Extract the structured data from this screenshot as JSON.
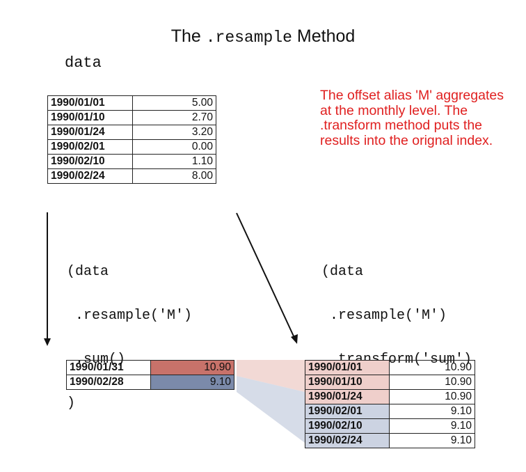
{
  "title": {
    "prefix": "The ",
    "code": ".resample",
    "suffix": " Method"
  },
  "data_label": "data",
  "note": "The offset alias 'M' aggregates at the monthly level. The .transform method puts the results into the orignal index.",
  "code_left": [
    "(data",
    " .resample('M')",
    " .sum()",
    ")"
  ],
  "code_right": [
    "(data",
    " .resample('M')",
    " .transform('sum')",
    ")"
  ],
  "source_table": [
    {
      "index": "1990/01/01",
      "value": "5.00"
    },
    {
      "index": "1990/01/10",
      "value": "2.70"
    },
    {
      "index": "1990/01/24",
      "value": "3.20"
    },
    {
      "index": "1990/02/01",
      "value": "0.00"
    },
    {
      "index": "1990/02/10",
      "value": "1.10"
    },
    {
      "index": "1990/02/24",
      "value": "8.00"
    }
  ],
  "sum_table": [
    {
      "index": "1990/01/31",
      "value": "10.90"
    },
    {
      "index": "1990/02/28",
      "value": "9.10"
    }
  ],
  "transform_table": [
    {
      "index": "1990/01/01",
      "value": "10.90"
    },
    {
      "index": "1990/01/10",
      "value": "10.90"
    },
    {
      "index": "1990/01/24",
      "value": "10.90"
    },
    {
      "index": "1990/02/01",
      "value": "9.10"
    },
    {
      "index": "1990/02/10",
      "value": "9.10"
    },
    {
      "index": "1990/02/24",
      "value": "9.10"
    }
  ],
  "colors": {
    "jan_strong": "#c8726a",
    "feb_strong": "#7b8aaa",
    "jan_light": "#efcfcb",
    "feb_light": "#ccd3e2",
    "note": "#e02020"
  }
}
